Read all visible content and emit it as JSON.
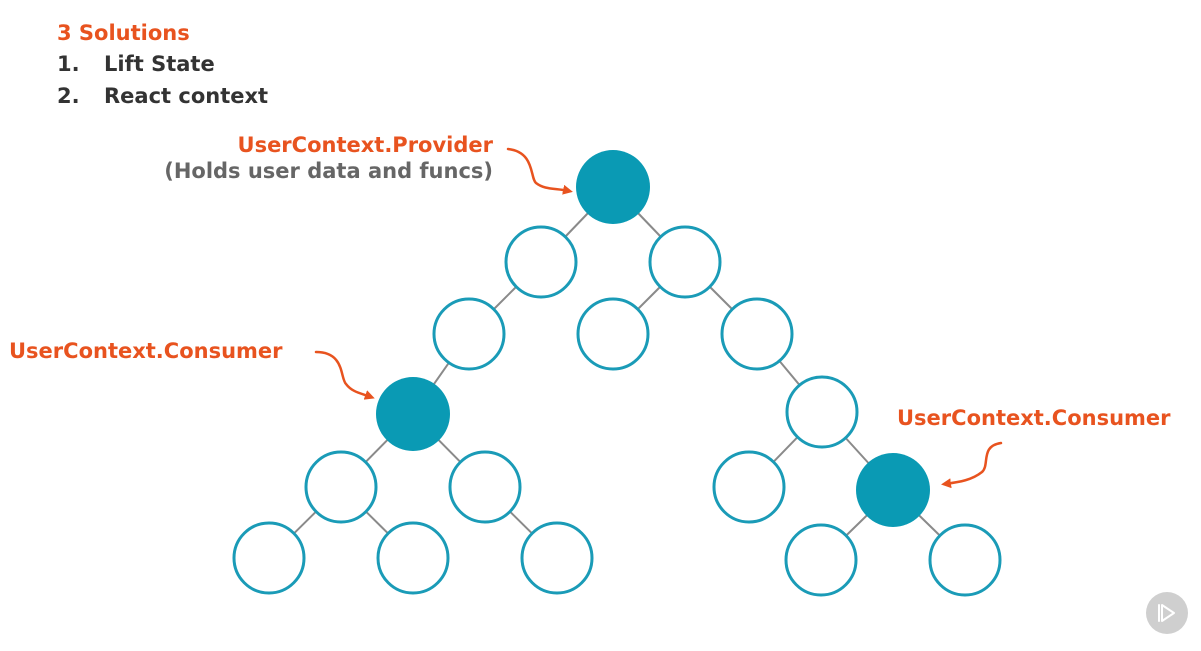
{
  "heading": "3 Solutions",
  "solutions": [
    {
      "num": "1.",
      "label": "Lift State"
    },
    {
      "num": "2.",
      "label": "React context"
    }
  ],
  "callouts": {
    "provider": {
      "title": "UserContext.Provider",
      "sub": "(Holds user data and funcs)"
    },
    "consumer_left": {
      "title": "UserContext.Consumer"
    },
    "consumer_right": {
      "title": "UserContext.Consumer"
    }
  },
  "colors": {
    "accent": "#e8531f",
    "node_stroke": "#1a9bb7",
    "node_fill_active": "#0a9ab4",
    "edge": "#8a8a8a",
    "heading_text": "#333333",
    "sub_text": "#666666"
  },
  "tree": {
    "nodes": [
      {
        "id": "root",
        "filled": true
      },
      {
        "id": "n1",
        "filled": false
      },
      {
        "id": "n2",
        "filled": false
      },
      {
        "id": "n3",
        "filled": false
      },
      {
        "id": "n4",
        "filled": false
      },
      {
        "id": "n5",
        "filled": false
      },
      {
        "id": "n6",
        "filled": true
      },
      {
        "id": "n7",
        "filled": false
      },
      {
        "id": "n8",
        "filled": false
      },
      {
        "id": "n9",
        "filled": false
      },
      {
        "id": "n10",
        "filled": false
      },
      {
        "id": "n11",
        "filled": false
      },
      {
        "id": "n12",
        "filled": false
      },
      {
        "id": "n13",
        "filled": false
      },
      {
        "id": "n14",
        "filled": true
      },
      {
        "id": "n15",
        "filled": false
      },
      {
        "id": "n16",
        "filled": false
      }
    ],
    "edges": [
      [
        "root",
        "n1"
      ],
      [
        "root",
        "n2"
      ],
      [
        "n1",
        "n3"
      ],
      [
        "n2",
        "n4"
      ],
      [
        "n2",
        "n5"
      ],
      [
        "n3",
        "n6"
      ],
      [
        "n5",
        "n7"
      ],
      [
        "n6",
        "n8"
      ],
      [
        "n6",
        "n9"
      ],
      [
        "n8",
        "n10"
      ],
      [
        "n8",
        "n11"
      ],
      [
        "n9",
        "n12"
      ],
      [
        "n7",
        "n13"
      ],
      [
        "n7",
        "n14"
      ],
      [
        "n14",
        "n15"
      ],
      [
        "n14",
        "n16"
      ]
    ]
  },
  "badge_icon": "play-icon"
}
